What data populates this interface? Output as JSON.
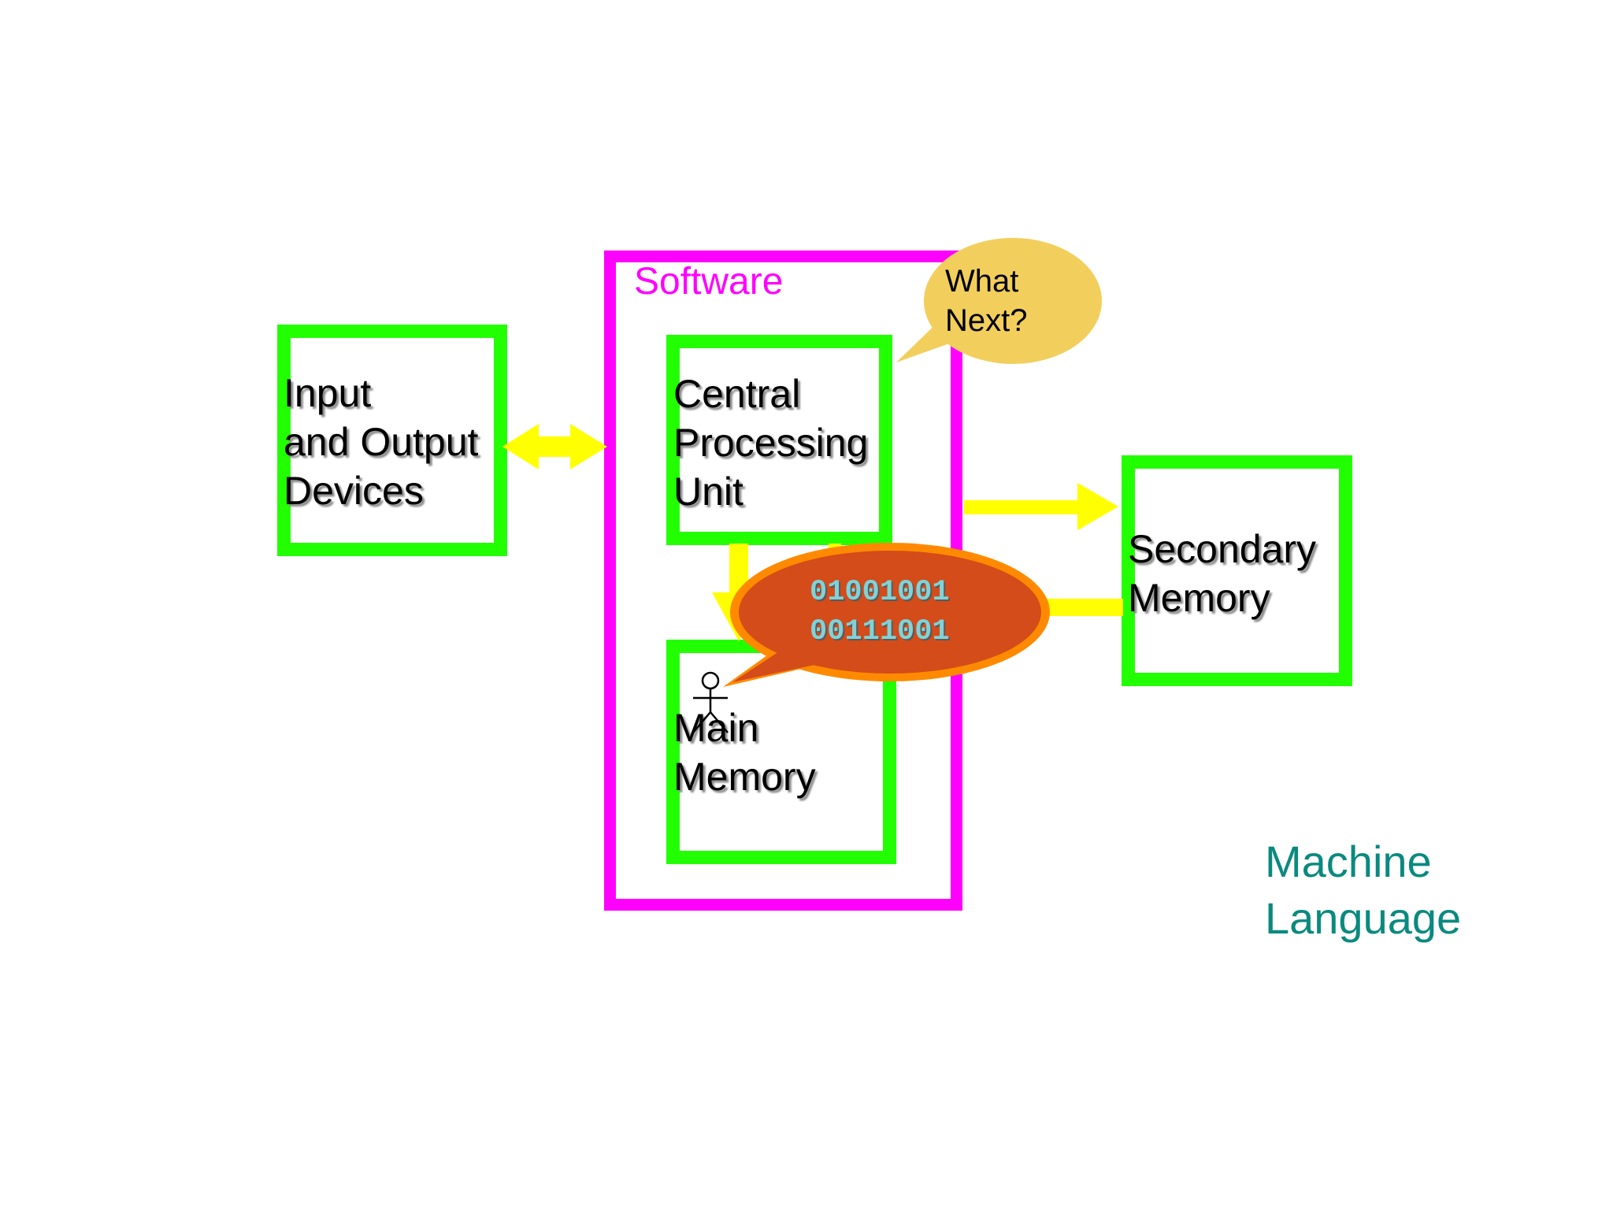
{
  "software": {
    "label": "Software"
  },
  "io_devices": {
    "line1": "Input",
    "line2": "and Output",
    "line3": "Devices"
  },
  "cpu": {
    "line1": "Central",
    "line2": "Processing",
    "line3": "Unit"
  },
  "main_memory": {
    "line1": "Main",
    "line2": "Memory"
  },
  "secondary_memory": {
    "line1": "Secondary",
    "line2": "Memory"
  },
  "thought_bubble": {
    "line1": "What",
    "line2": "Next?"
  },
  "binary_bubble": {
    "line1": "01001001",
    "line2": "00111001"
  },
  "caption": {
    "line1": "Machine",
    "line2": "Language"
  },
  "colors": {
    "component_border": "#22ff00",
    "software_border": "#ff00ff",
    "arrow": "#ffff00",
    "thought_bubble": "#f2cf5c",
    "binary_bubble": "#d34c1a",
    "caption": "#0a8a7e"
  }
}
